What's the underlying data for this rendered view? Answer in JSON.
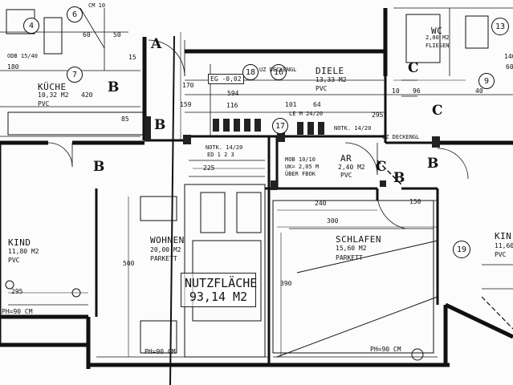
{
  "rooms": {
    "kueche": {
      "name": "KÜCHE",
      "area": "10,32 M2",
      "floor": "PVC"
    },
    "diele": {
      "name": "DIELE",
      "area": "13,33 M2",
      "floor": "PVC"
    },
    "kind_left": {
      "name": "KIND",
      "area": "11,80 M2",
      "floor": "PVC"
    },
    "wohnen": {
      "name": "WOHNEN",
      "area": "20,00 M2",
      "floor": "PARKETT"
    },
    "schlafen": {
      "name": "SCHLAFEN",
      "area": "15,60 M2",
      "floor": "PARKETT"
    },
    "ar": {
      "name": "AR",
      "area": "2,40 M2",
      "floor": "PVC"
    },
    "wc": {
      "name": "WC",
      "area": "2,00 M2",
      "floor": "FLIESEN"
    },
    "kind_right": {
      "name": "KIN",
      "area": "11,60",
      "floor": "PVC"
    }
  },
  "nutzflaeche": {
    "label": "NUTZFLÄCHE",
    "value": "93,14 M2"
  },
  "eg_label": "EG -0,02",
  "section_letters": {
    "a": "A",
    "b": "B",
    "c": "C"
  },
  "markers": [
    "4",
    "6",
    "7",
    "18",
    "16",
    "17",
    "13",
    "9",
    "19"
  ],
  "annotations": {
    "uz_deckengl_1": "UZ DECKENGL",
    "uz_deckengl_2": "UZ DECKENGL",
    "notk_1": "NOTK. 14/20",
    "notk_2": "NOTK. 14/20",
    "ed": "ED 1   2   3",
    "mob": "MOB 10/10",
    "uk": "UK= 2,05 M",
    "uber": "ÜBER FBOK",
    "le": "LE M 24/20",
    "ph_left": "PH=90 CM",
    "ph_wohnen": "PH=90 CM",
    "ph_schlafen": "PH=90 CM",
    "odb": "ODB 15/40",
    "cm": "CM 10"
  },
  "dimensions": {
    "d594": "594",
    "d159": "159",
    "d116": "116",
    "d101": "101",
    "d64": "64",
    "d295a": "295",
    "d295b": "295",
    "d225": "225",
    "d240": "240",
    "d300": "300",
    "d500": "500",
    "d390": "390",
    "d170": "170",
    "d420": "420",
    "d150": "150",
    "d180": "180",
    "d96": "96",
    "d10": "10",
    "d85": "85",
    "d40": "40",
    "d50": "50",
    "d60": "60",
    "d15": "15",
    "d60b": "60",
    "d140": "140"
  }
}
